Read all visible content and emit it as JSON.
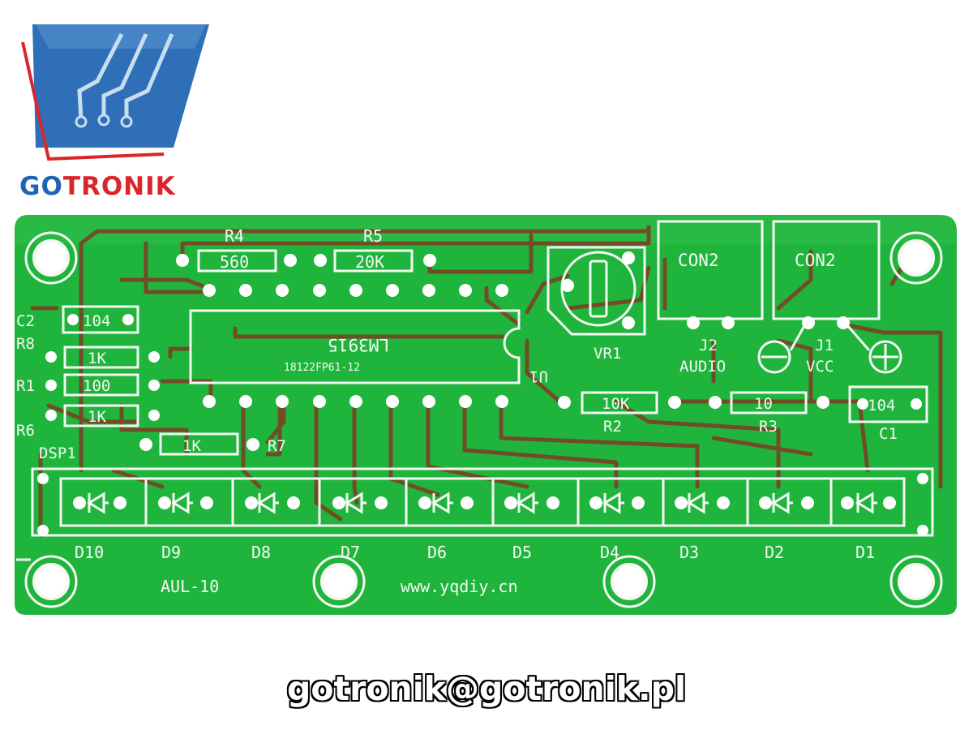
{
  "brand": {
    "name_part1": "GO",
    "name_part2": "TRONIK"
  },
  "contact": {
    "email": "gotronik@gotronik.pl"
  },
  "colors": {
    "board": "#1fb53d",
    "trace": "#7d3f24",
    "silk": "#f4f8f2",
    "brand_blue": "#1f63b4",
    "brand_red": "#d9262a"
  },
  "pcb": {
    "model": "AUL-10",
    "website": "www.yqdiy.cn",
    "ic": {
      "name": "LM3915",
      "code": "18122FP61-12",
      "ref": "U1"
    },
    "resistors": {
      "r4": {
        "ref": "R4",
        "value": "560"
      },
      "r5": {
        "ref": "R5",
        "value": "20K"
      },
      "r8": {
        "ref": "R8",
        "value": "1K"
      },
      "r1": {
        "ref": "R1",
        "value": "100"
      },
      "r6": {
        "ref": "R6",
        "value": "1K"
      },
      "r7": {
        "ref": "R7",
        "value": "1K"
      },
      "r2": {
        "ref": "R2",
        "value": "10K"
      },
      "r3": {
        "ref": "R3",
        "value": "10"
      }
    },
    "capacitors": {
      "c1": {
        "ref": "C1",
        "value": "104"
      },
      "c2": {
        "ref": "C2",
        "value": "104"
      }
    },
    "trimmer": {
      "ref": "VR1"
    },
    "connectors": {
      "j2": {
        "ref": "J2",
        "label": "AUDIO",
        "type": "CON2"
      },
      "j1": {
        "ref": "J1",
        "label": "VCC",
        "type": "CON2"
      }
    },
    "display": {
      "ref": "DSP1",
      "leds": [
        "D10",
        "D9",
        "D8",
        "D7",
        "D6",
        "D5",
        "D4",
        "D3",
        "D2",
        "D1"
      ]
    }
  }
}
